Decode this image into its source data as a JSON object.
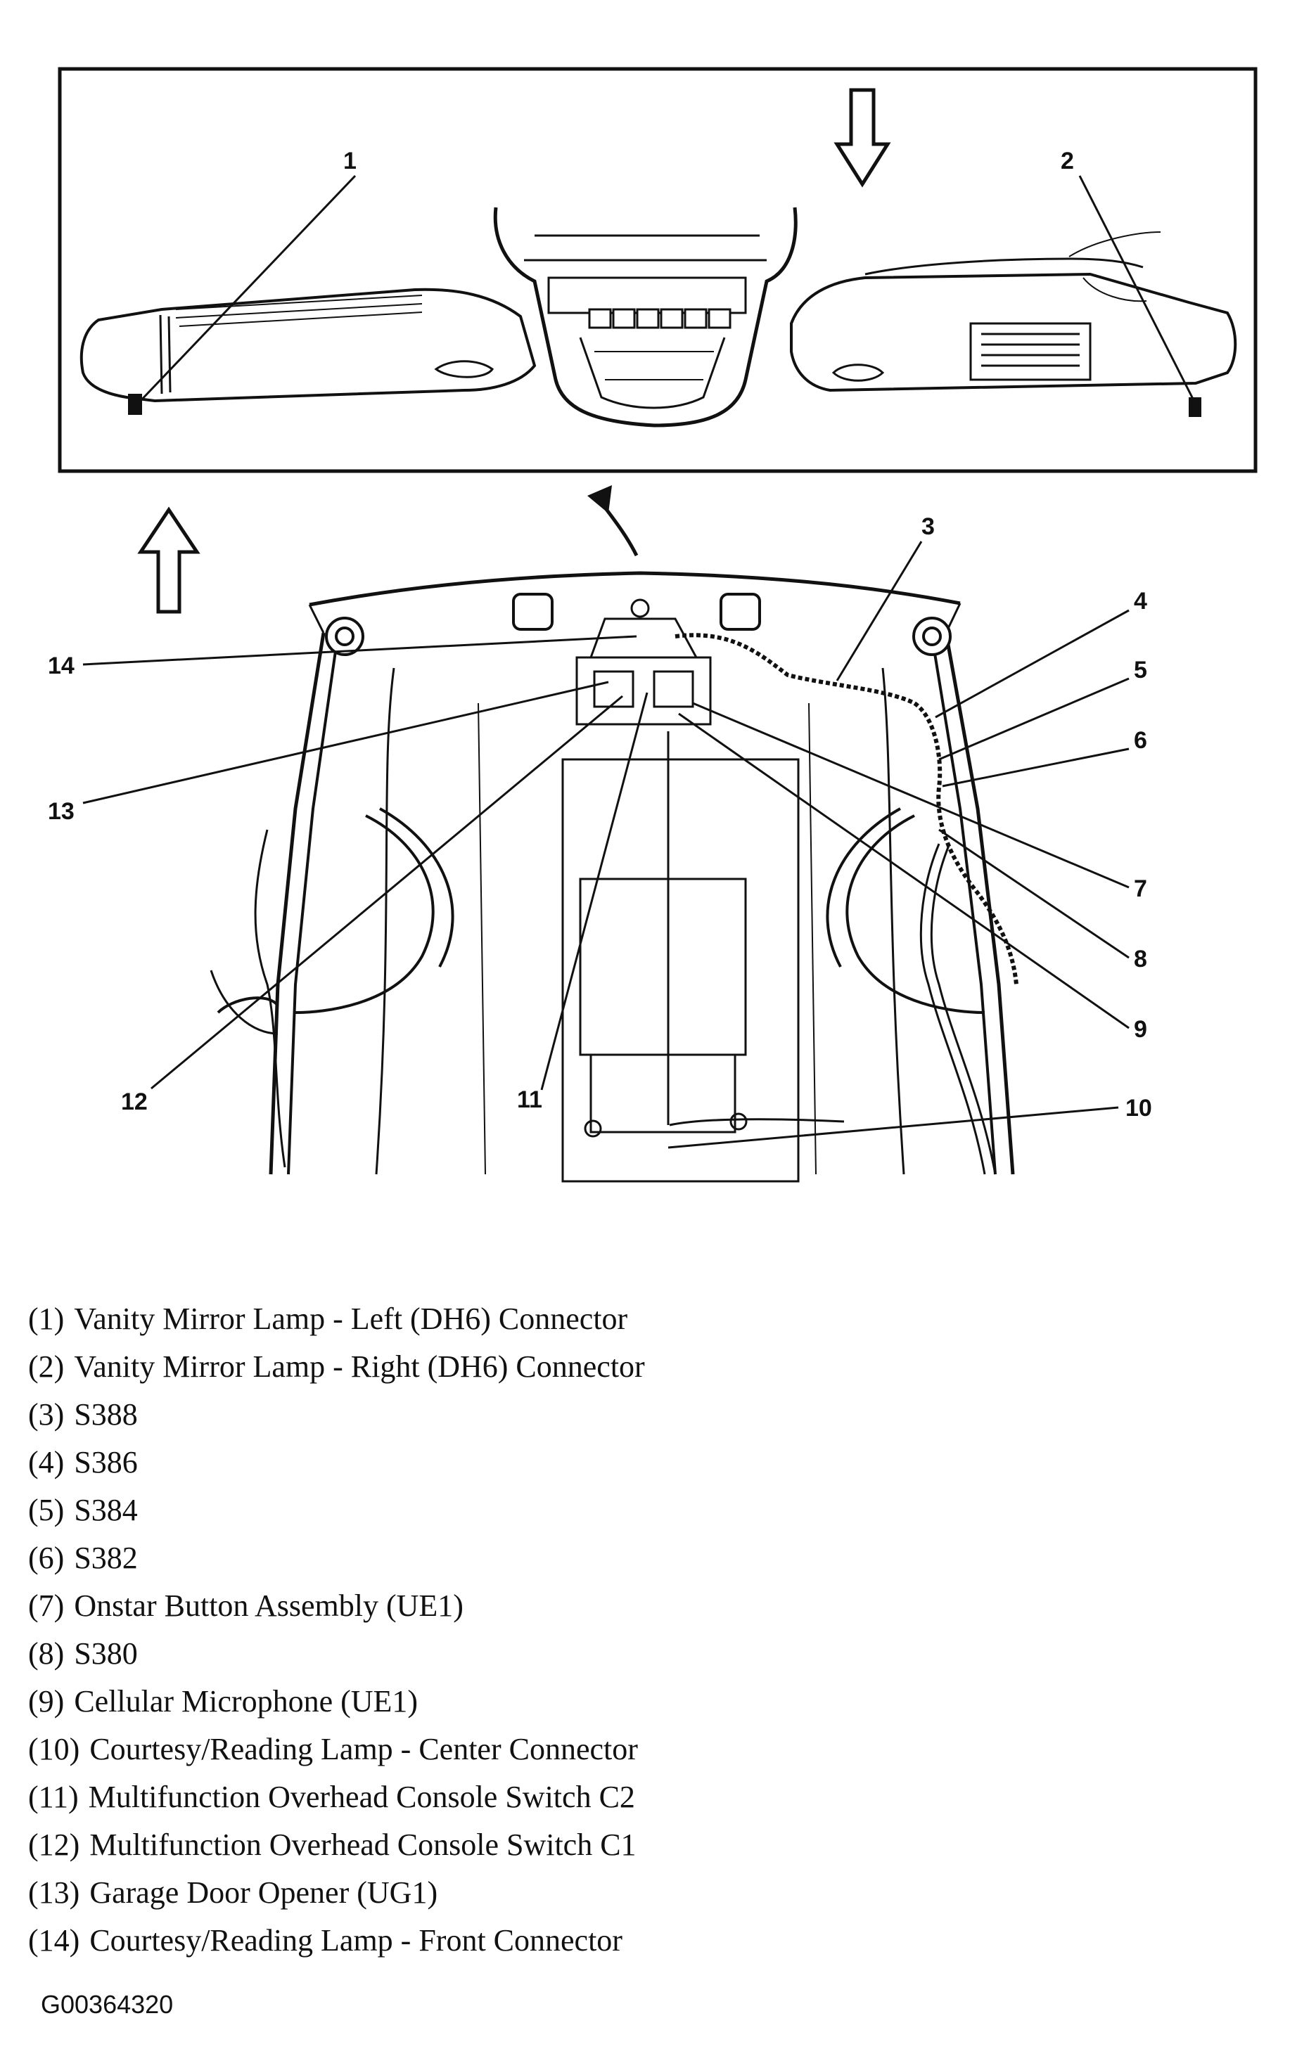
{
  "callouts": [
    "1",
    "2",
    "3",
    "4",
    "5",
    "6",
    "7",
    "8",
    "9",
    "10",
    "11",
    "12",
    "13",
    "14"
  ],
  "legend": [
    {
      "num": "(1)",
      "text": "Vanity Mirror Lamp - Left (DH6) Connector"
    },
    {
      "num": "(2)",
      "text": "Vanity Mirror Lamp - Right (DH6) Connector"
    },
    {
      "num": "(3)",
      "text": "S388"
    },
    {
      "num": "(4)",
      "text": "S386"
    },
    {
      "num": "(5)",
      "text": "S384"
    },
    {
      "num": "(6)",
      "text": "S382"
    },
    {
      "num": "(7)",
      "text": "Onstar Button Assembly (UE1)"
    },
    {
      "num": "(8)",
      "text": "S380"
    },
    {
      "num": "(9)",
      "text": "Cellular Microphone (UE1)"
    },
    {
      "num": "(10)",
      "text": "Courtesy/Reading Lamp - Center Connector"
    },
    {
      "num": "(11)",
      "text": "Multifunction Overhead Console Switch C2"
    },
    {
      "num": "(12)",
      "text": "Multifunction Overhead Console Switch C1"
    },
    {
      "num": "(13)",
      "text": "Garage Door Opener (UG1)"
    },
    {
      "num": "(14)",
      "text": "Courtesy/Reading Lamp - Front Connector"
    }
  ],
  "figure_id": "G00364320"
}
